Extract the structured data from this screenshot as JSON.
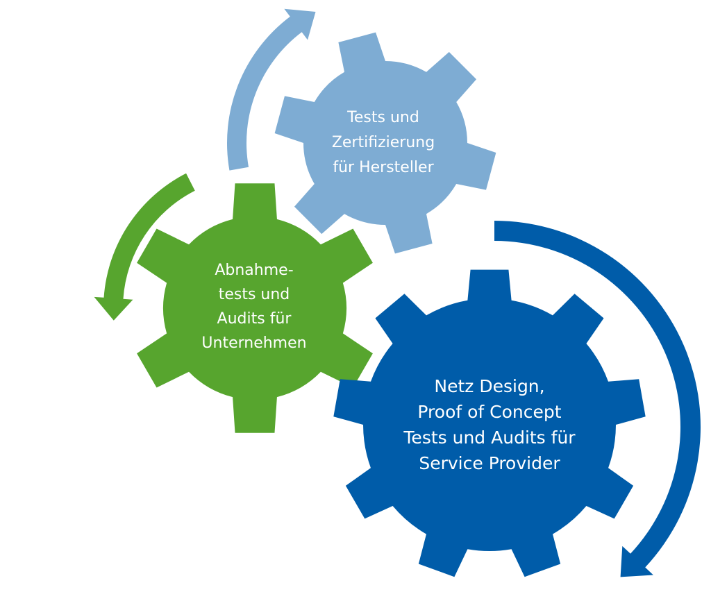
{
  "diagram": {
    "type": "gear-cycle",
    "colors": {
      "dark_blue": "#005CA9",
      "light_blue": "#7EACD3",
      "green": "#57A52E",
      "text": "#FFFFFF",
      "background": "#FFFFFF"
    },
    "gears": [
      {
        "id": "manufacturers",
        "color_key": "light_blue",
        "teeth": 6,
        "lines": [
          "Tests und",
          "Zertifizierung",
          "für Hersteller"
        ]
      },
      {
        "id": "enterprises",
        "color_key": "green",
        "teeth": 6,
        "lines": [
          "Abnahme-",
          "tests und",
          "Audits für",
          "Unternehmen"
        ]
      },
      {
        "id": "service-providers",
        "color_key": "dark_blue",
        "teeth": 9,
        "lines": [
          "Netz Design,",
          "Proof of Concept",
          "Tests und Audits für",
          "Service Provider"
        ]
      }
    ],
    "arrows": [
      {
        "id": "light-blue-arrow",
        "color_key": "light_blue",
        "direction": "clockwise"
      },
      {
        "id": "green-arrow",
        "color_key": "green",
        "direction": "counter-clockwise"
      },
      {
        "id": "dark-blue-arrow",
        "color_key": "dark_blue",
        "direction": "clockwise"
      }
    ]
  }
}
